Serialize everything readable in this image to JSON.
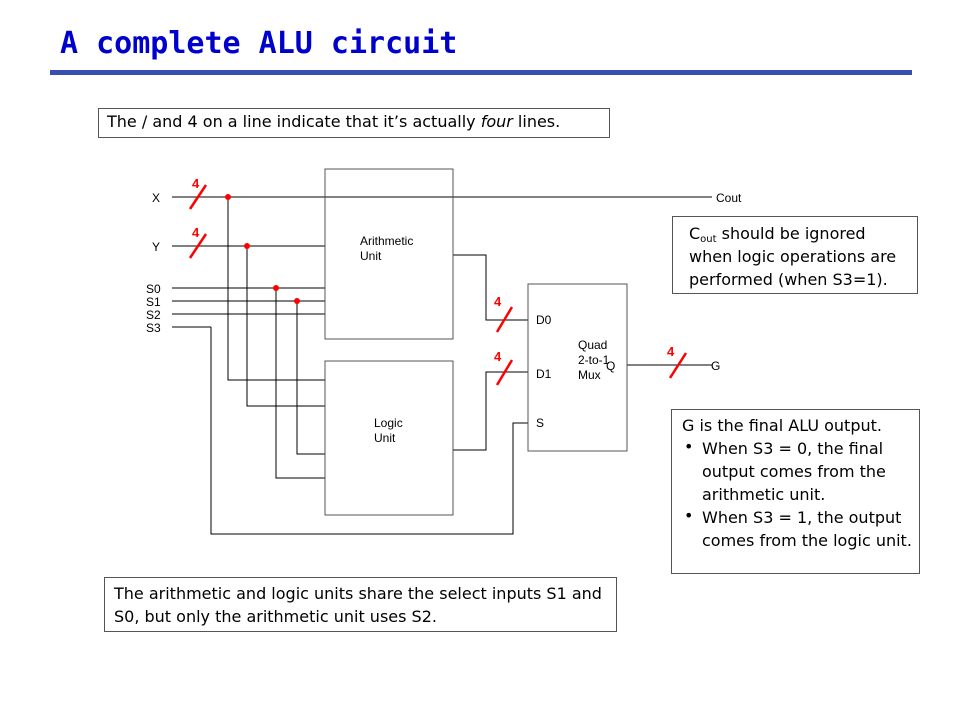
{
  "title": "A complete ALU circuit",
  "notes": {
    "top": {
      "before": "The / and 4 on a line indicate that it’s actually ",
      "emphasis": "four",
      "after": " lines."
    },
    "cout": {
      "c": "C",
      "sub": "out",
      "text": " should be ignored when logic operations are performed (when S3=1)."
    },
    "g": {
      "lead": "G is the final ALU output.",
      "bullets": [
        "When S3 = 0, the final output comes from the arithmetic unit.",
        "When S3 = 1, the output comes from the logic unit."
      ]
    },
    "bottom": "The arithmetic and logic units share the select inputs S1 and S0, but only the arithmetic unit uses S2."
  },
  "diagram": {
    "inputs": {
      "x": "X",
      "y": "Y",
      "s0": "S0",
      "s1": "S1",
      "s2": "S2",
      "s3": "S3"
    },
    "arithmetic_unit": {
      "line1": "Arithmetic",
      "line2": "Unit"
    },
    "logic_unit": {
      "line1": "Logic",
      "line2": "Unit"
    },
    "mux": {
      "line1": "Quad",
      "line2": "2-to-1",
      "line3": "Mux",
      "d0": "D0",
      "d1": "D1",
      "s": "S",
      "q": "Q"
    },
    "outputs": {
      "cout": "Cout",
      "g": "G"
    },
    "bus_width_label": "4",
    "colors": {
      "wire": "#000000",
      "bus_marker": "#ff0000",
      "title": "#0000cc",
      "rule": "#3a4eb0"
    }
  }
}
